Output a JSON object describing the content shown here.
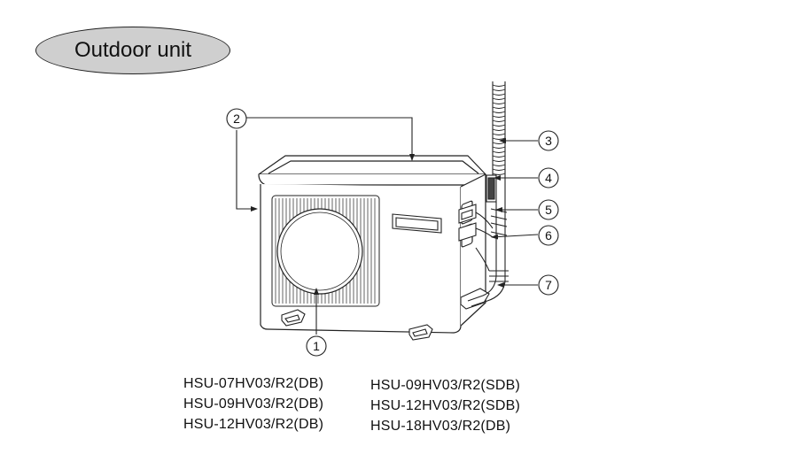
{
  "title": "Outdoor unit",
  "callouts": [
    {
      "id": 1,
      "label": "1"
    },
    {
      "id": 2,
      "label": "2"
    },
    {
      "id": 3,
      "label": "3"
    },
    {
      "id": 4,
      "label": "4"
    },
    {
      "id": 5,
      "label": "5"
    },
    {
      "id": 6,
      "label": "6"
    },
    {
      "id": 7,
      "label": "7"
    }
  ],
  "models": {
    "left": [
      "HSU-07HV03/R2(DB)",
      "HSU-09HV03/R2(DB)",
      "HSU-12HV03/R2(DB)"
    ],
    "right": [
      "HSU-09HV03/R2(SDB)",
      "HSU-12HV03/R2(SDB)",
      "HSU-18HV03/R2(DB)"
    ]
  },
  "colors": {
    "line": "#222222",
    "badge_fill": "#cfcfcf"
  },
  "icons": {
    "unit": "outdoor-unit-illustration",
    "pipe": "insulated-pipe-illustration"
  }
}
